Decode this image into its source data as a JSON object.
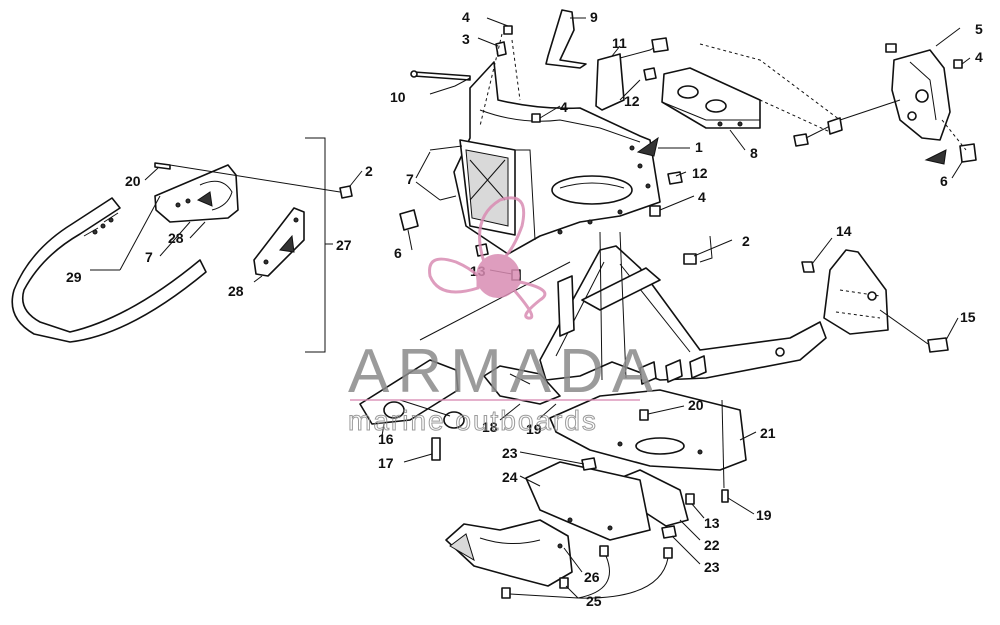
{
  "callouts": [
    "1",
    "2",
    "3",
    "4",
    "5",
    "6",
    "7",
    "8",
    "9",
    "10",
    "11",
    "12",
    "13",
    "14",
    "15",
    "16",
    "17",
    "18",
    "19",
    "20",
    "21",
    "22",
    "23",
    "24",
    "25",
    "26",
    "27",
    "28",
    "29"
  ],
  "watermark": {
    "brand": "ARMADA",
    "tagline": "marine outboards",
    "accent_color": "#d98cb3",
    "text_color": "#8a8a8a"
  }
}
